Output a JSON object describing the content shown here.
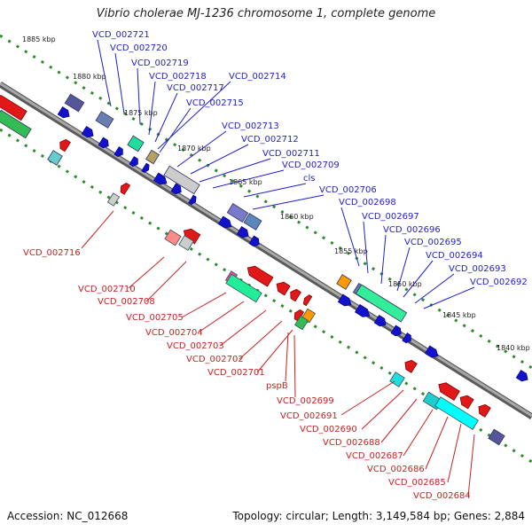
{
  "title": "Vibrio cholerae MJ-1236 chromosome 1, complete genome",
  "footer": {
    "accession": "Accession: NC_012668",
    "summary": "Topology: circular; Length: 3,149,584 bp; Genes: 2,884"
  },
  "colors": {
    "top_label": "#1f1fcc",
    "bottom_label": "#cc1f1f",
    "backbone": "#8a8a8a",
    "tick": "#2e8b2e",
    "forward_gene": "#1212cc",
    "reverse_gene": "#e01818"
  },
  "kbp_ticks": [
    "1885 kbp",
    "1880 kbp",
    "1875 kbp",
    "1870 kbp",
    "1865 kbp",
    "1860 kbp",
    "1855 kbp",
    "1850 kbp",
    "1845 kbp",
    "1840 kbp"
  ],
  "top_genes": [
    "VCD_002721",
    "VCD_002720",
    "VCD_002719",
    "VCD_002718",
    "VCD_002717",
    "VCD_002714",
    "VCD_002715",
    "VCD_002713",
    "VCD_002712",
    "VCD_002711",
    "VCD_002709",
    "cls",
    "VCD_002706",
    "VCD_002698",
    "VCD_002697",
    "VCD_002696",
    "VCD_002695",
    "VCD_002694",
    "VCD_002693",
    "VCD_002692"
  ],
  "bottom_genes": [
    "VCD_002716",
    "VCD_002710",
    "VCD_002708",
    "VCD_002705",
    "VCD_002704",
    "VCD_002703",
    "VCD_002702",
    "VCD_002701",
    "pspB",
    "VCD_002699",
    "VCD_002691",
    "VCD_002690",
    "VCD_002688",
    "VCD_002687",
    "VCD_002686",
    "VCD_002685",
    "VCD_002684"
  ]
}
